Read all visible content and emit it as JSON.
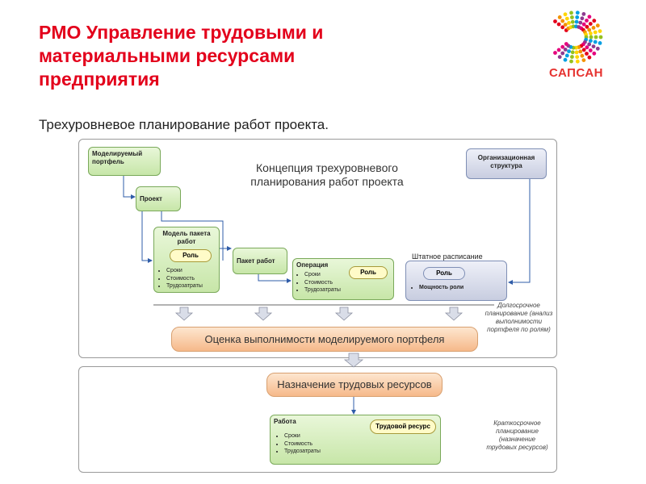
{
  "title": "PMO Управление трудовыми и материальными ресурсами предприятия",
  "subtitle": "Трехуровневое планирование работ проекта.",
  "logo": {
    "text": "САПСАН",
    "dot_colors": [
      "#e3001b",
      "#f39200",
      "#ffd500",
      "#95c11f",
      "#009fe3",
      "#8e3b8f",
      "#e5007d"
    ]
  },
  "concept_caption": "Концепция трехуровневого планирования работ проекта",
  "nodes": {
    "portfolio": "Моделируемый портфель",
    "project": "Проект",
    "package_model": "Модель пакета работ",
    "work_package": "Пакет работ",
    "operation": "Операция",
    "org_structure": "Организационная структура",
    "staffing_label": "Штатное расписание",
    "role": "Роль",
    "role_power": "Мощность роли",
    "feasibility": "Оценка выполнимости моделируемого портфеля",
    "assignment": "Назначение трудовых ресурсов",
    "work": "Работа",
    "labor_resource": "Трудовой ресурс"
  },
  "attributes": [
    "Сроки",
    "Стоимость",
    "Трудозатраты"
  ],
  "notes": {
    "long_term": "Долгосрочное планирование (анализ выполнимости портфеля по ролям)",
    "short_term": "Краткосрочное планирование (назначение трудовых ресурсов)"
  }
}
